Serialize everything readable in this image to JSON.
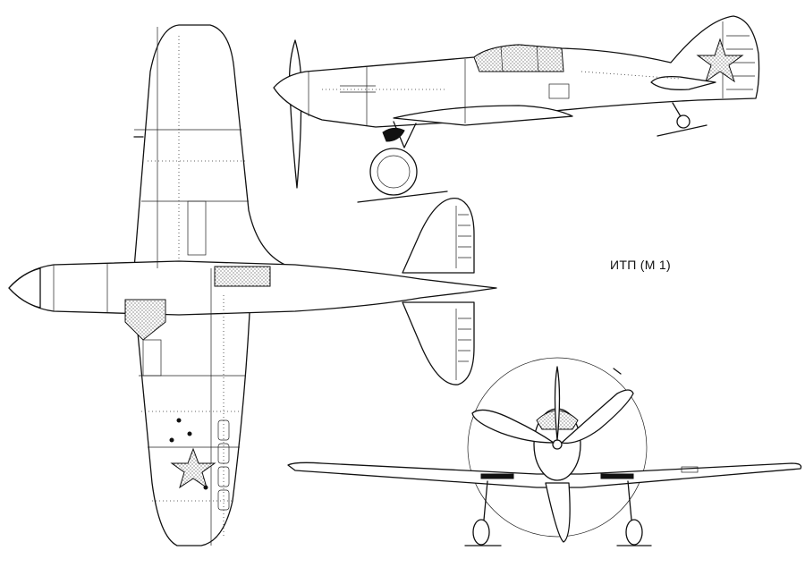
{
  "drawing": {
    "designation": "ИТП (М 1)",
    "views": [
      "top",
      "side",
      "front"
    ],
    "insignia": "star"
  }
}
